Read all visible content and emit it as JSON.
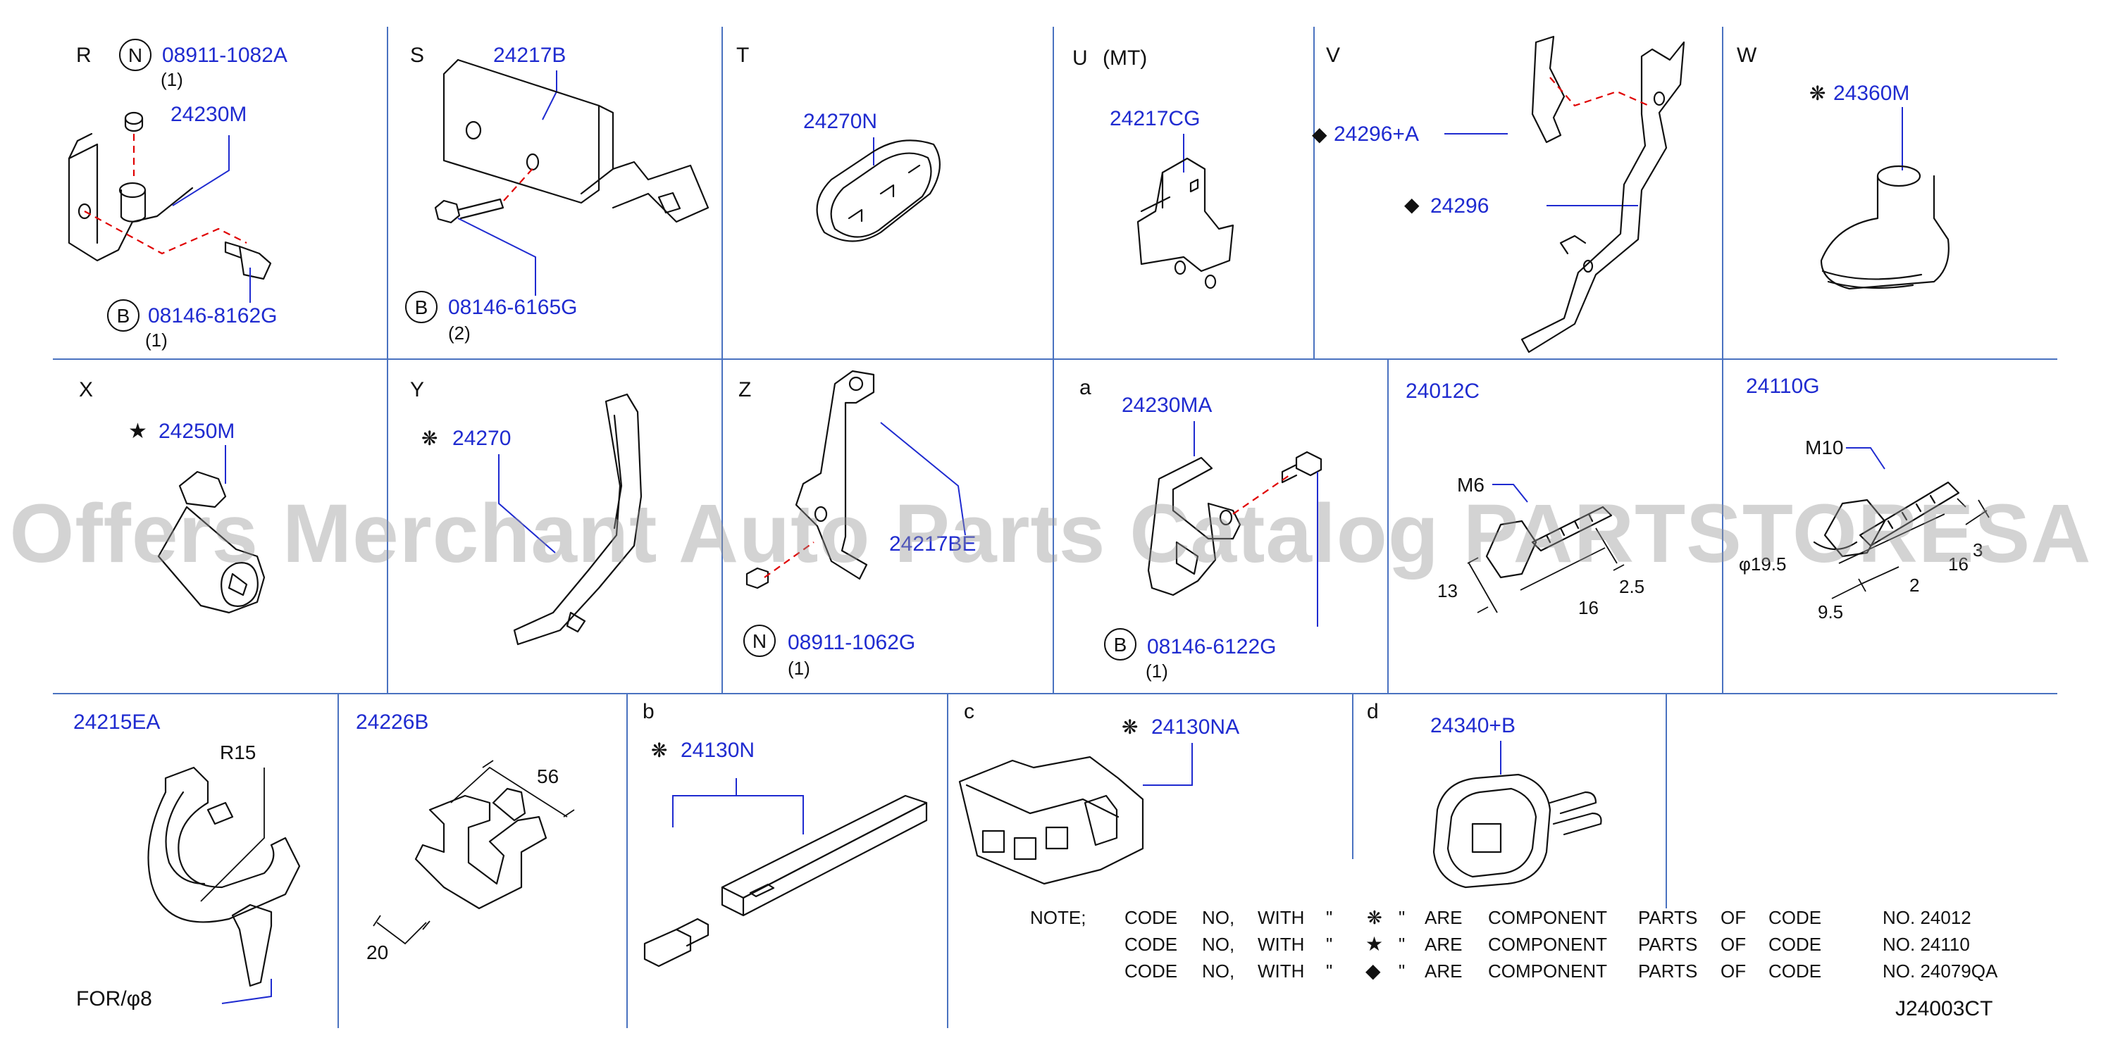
{
  "watermark": "Offers Merchant Auto Parts Catalog PARTSTORESA",
  "drawing_code": "J24003CT",
  "cells": {
    "R": {
      "letter": "R",
      "n_circle": "N",
      "n_part": "08911-1082A",
      "n_qty": "(1)",
      "part": "24230M",
      "b_circle": "B",
      "b_part": "08146-8162G",
      "b_qty": "(1)"
    },
    "S": {
      "letter": "S",
      "part": "24217B",
      "b_circle": "B",
      "b_part": "08146-6165G",
      "b_qty": "(2)"
    },
    "T": {
      "letter": "T",
      "part": "24270N"
    },
    "U": {
      "letter": "U",
      "qualifier": "(MT)",
      "part": "24217CG"
    },
    "V": {
      "letter": "V",
      "part_a": "24296+A",
      "part_b": "24296",
      "symbol": "◆"
    },
    "W": {
      "letter": "W",
      "part": "24360M",
      "symbol": "❋"
    },
    "X": {
      "letter": "X",
      "part": "24250M",
      "symbol": "★"
    },
    "Y": {
      "letter": "Y",
      "part": "24270",
      "symbol": "❋"
    },
    "Z": {
      "letter": "Z",
      "part": "24217BE",
      "n_circle": "N",
      "n_part": "08911-1062G",
      "n_qty": "(1)"
    },
    "a": {
      "letter": "a",
      "part": "24230MA",
      "b_circle": "B",
      "b_part": "08146-6122G",
      "b_qty": "(1)"
    },
    "bolt_m6": {
      "part": "24012C",
      "size": "M6",
      "d13": "13",
      "d16": "16",
      "d25": "2.5"
    },
    "bolt_m10": {
      "part": "24110G",
      "size": "M10",
      "phi": "φ19.5",
      "d16": "16",
      "d2": "2",
      "d95": "9.5",
      "d3": "3"
    },
    "clip_r15": {
      "part": "24215EA",
      "radius": "R15",
      "note": "FOR/φ8"
    },
    "clip_56": {
      "part": "24226B",
      "d56": "56",
      "d20": "20"
    },
    "b": {
      "letter": "b",
      "part": "24130N",
      "symbol": "❋"
    },
    "c": {
      "letter": "c",
      "part": "24130NA",
      "symbol": "❋"
    },
    "d": {
      "letter": "d",
      "part": "24340+B"
    }
  },
  "note": {
    "prefix": "NOTE;",
    "rows": [
      {
        "code": "CODE",
        "no": "NO,",
        "with": "WITH",
        "q1": "\"",
        "symbol": "❋",
        "q2": "\"",
        "are": "ARE",
        "component": "COMPONENT",
        "parts": "PARTS",
        "of": "OF",
        "code2": "CODE",
        "ref": "NO. 24012"
      },
      {
        "code": "CODE",
        "no": "NO,",
        "with": "WITH",
        "q1": "\"",
        "symbol": "★",
        "q2": "\"",
        "are": "ARE",
        "component": "COMPONENT",
        "parts": "PARTS",
        "of": "OF",
        "code2": "CODE",
        "ref": "NO. 24110"
      },
      {
        "code": "CODE",
        "no": "NO,",
        "with": "WITH",
        "q1": "\"",
        "symbol": "◆",
        "q2": "\"",
        "are": "ARE",
        "component": "COMPONENT",
        "parts": "PARTS",
        "of": "OF",
        "code2": "CODE",
        "ref": "NO. 24079QA"
      }
    ]
  },
  "colors": {
    "label_blue": "#1f2bd0",
    "grid_blue": "#4a72c0",
    "dash_red": "#e00000",
    "ink": "#111111"
  }
}
